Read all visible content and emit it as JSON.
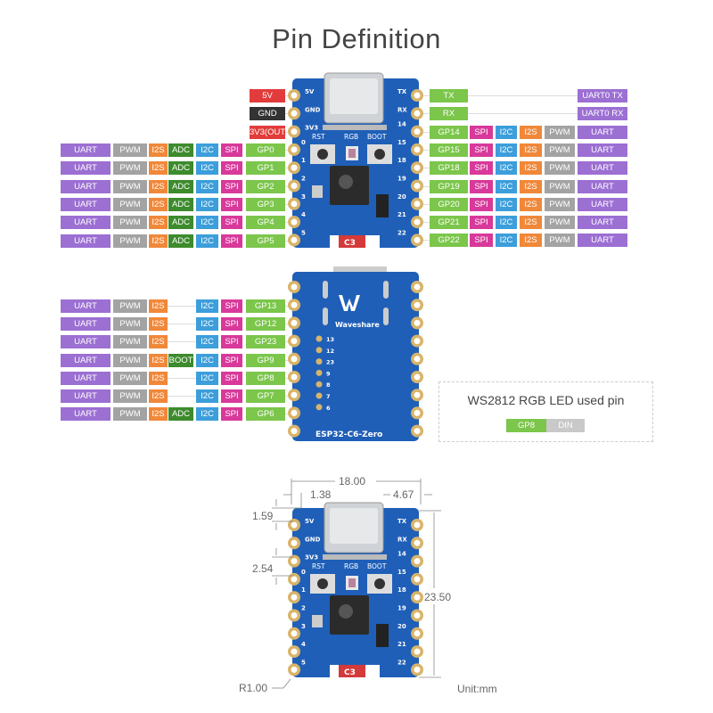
{
  "title": "Pin Definition",
  "colors": {
    "UART": "#9c6fd3",
    "PWM": "#a3a3a3",
    "I2S": "#f0883a",
    "ADC": "#3d8b2c",
    "BOOT": "#3d8b2c",
    "I2C": "#3c9edb",
    "SPI": "#d8399a",
    "GP": "#7bc64b",
    "5V": "#e23b3b",
    "GND": "#333333",
    "3V3(OUT)": "#e23b3b",
    "TX": "#7bc64b",
    "RX": "#7bc64b",
    "UART0 TX": "#9c6fd3",
    "UART0 RX": "#9c6fd3",
    "DIN": "#c9c9c9",
    "board": "#1f5fb8",
    "pad": "#d8b46a"
  },
  "front_left_power": [
    "5V",
    "GND",
    "3V3(OUT)"
  ],
  "front_left_rows": [
    [
      "UART",
      "PWM",
      "I2S",
      "ADC",
      "I2C",
      "SPI",
      "GP0"
    ],
    [
      "UART",
      "PWM",
      "I2S",
      "ADC",
      "I2C",
      "SPI",
      "GP1"
    ],
    [
      "UART",
      "PWM",
      "I2S",
      "ADC",
      "I2C",
      "SPI",
      "GP2"
    ],
    [
      "UART",
      "PWM",
      "I2S",
      "ADC",
      "I2C",
      "SPI",
      "GP3"
    ],
    [
      "UART",
      "PWM",
      "I2S",
      "ADC",
      "I2C",
      "SPI",
      "GP4"
    ],
    [
      "UART",
      "PWM",
      "I2S",
      "ADC",
      "I2C",
      "SPI",
      "GP5"
    ]
  ],
  "front_right_rows": [
    [
      "TX",
      "",
      "",
      "",
      "",
      "UART0 TX"
    ],
    [
      "RX",
      "",
      "",
      "",
      "",
      "UART0 RX"
    ],
    [
      "GP14",
      "SPI",
      "I2C",
      "I2S",
      "PWM",
      "UART"
    ],
    [
      "GP15",
      "SPI",
      "I2C",
      "I2S",
      "PWM",
      "UART"
    ],
    [
      "GP18",
      "SPI",
      "I2C",
      "I2S",
      "PWM",
      "UART"
    ],
    [
      "GP19",
      "SPI",
      "I2C",
      "I2S",
      "PWM",
      "UART"
    ],
    [
      "GP20",
      "SPI",
      "I2C",
      "I2S",
      "PWM",
      "UART"
    ],
    [
      "GP21",
      "SPI",
      "I2C",
      "I2S",
      "PWM",
      "UART"
    ],
    [
      "GP22",
      "SPI",
      "I2C",
      "I2S",
      "PWM",
      "UART"
    ]
  ],
  "back_left_rows": [
    [
      "UART",
      "PWM",
      "I2S",
      "",
      "I2C",
      "SPI",
      "GP13"
    ],
    [
      "UART",
      "PWM",
      "I2S",
      "",
      "I2C",
      "SPI",
      "GP12"
    ],
    [
      "UART",
      "PWM",
      "I2S",
      "",
      "I2C",
      "SPI",
      "GP23"
    ],
    [
      "UART",
      "PWM",
      "I2S",
      "BOOT",
      "I2C",
      "SPI",
      "GP9"
    ],
    [
      "UART",
      "PWM",
      "I2S",
      "",
      "I2C",
      "SPI",
      "GP8"
    ],
    [
      "UART",
      "PWM",
      "I2S",
      "",
      "I2C",
      "SPI",
      "GP7"
    ],
    [
      "UART",
      "PWM",
      "I2S",
      "ADC",
      "I2C",
      "SPI",
      "GP6"
    ]
  ],
  "board_front": {
    "left_pins": [
      "5V",
      "GND",
      "3V3",
      "0",
      "1",
      "2",
      "3",
      "4",
      "5"
    ],
    "right_pins": [
      "TX",
      "RX",
      "14",
      "15",
      "18",
      "19",
      "20",
      "21",
      "22"
    ],
    "buttons": [
      "RST",
      "RGB",
      "BOOT"
    ],
    "chip_label": "C3"
  },
  "board_back": {
    "brand": "Waveshare",
    "model": "ESP32-C6-Zero",
    "inner_pads": [
      "13",
      "12",
      "23",
      "9",
      "8",
      "7",
      "6"
    ]
  },
  "led_box": {
    "title": "WS2812 RGB LED used pin",
    "pin": "GP8",
    "signal": "DIN"
  },
  "dimensions": {
    "width": "18.00",
    "left_offset": "1.38",
    "right_offset": "4.67",
    "top_offset": "1.59",
    "pitch": "2.54",
    "height": "23.50",
    "radius": "R1.00",
    "unit": "Unit:mm"
  }
}
